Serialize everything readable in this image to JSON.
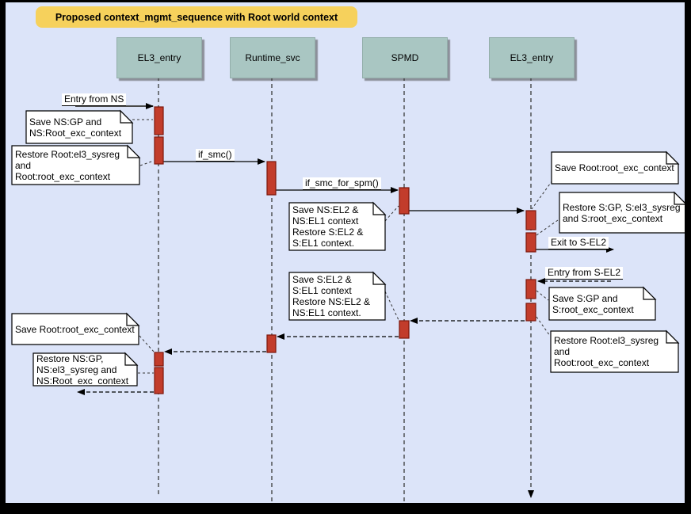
{
  "title": "Proposed context_mgmt_sequence with Root world context",
  "actors": [
    {
      "label": "EL3_entry"
    },
    {
      "label": "Runtime_svc"
    },
    {
      "label": "SPMD"
    },
    {
      "label": "EL3_entry"
    }
  ],
  "messages": {
    "entry_from_ns": "Entry from NS",
    "if_smc": "if_smc()",
    "if_smc_for_spm": "if_smc_for_spm()",
    "exit_to_sel2": "Exit to S-EL2",
    "entry_from_sel2": "Entry from S-EL2"
  },
  "notes": [
    {
      "text": "Save NS:GP and\nNS:Root_exc_context"
    },
    {
      "text": "Restore Root:el3_sysreg\nand\nRoot:root_exc_context"
    },
    {
      "text": "Save NS:EL2 &\nNS:EL1 context\nRestore S:EL2 &\nS:EL1 context."
    },
    {
      "text": "Save Root:root_exc_context"
    },
    {
      "text": "Restore S:GP, S:el3_sysreg\nand S:root_exc_context"
    },
    {
      "text": "Save S:GP and\nS:root_exc_context"
    },
    {
      "text": "Restore Root:el3_sysreg\nand\nRoot:root_exc_context"
    },
    {
      "text": "Save S:EL2 &\nS:EL1 context\nRestore NS:EL2 &\nNS:EL1 context."
    },
    {
      "text": "Save Root:root_exc_context"
    },
    {
      "text": "Restore NS:GP,\nNS:el3_sysreg and\nNS:Root_exc_context"
    }
  ],
  "colors": {
    "background": "#dce4f9",
    "frame": "#000000",
    "title_fill": "#f6d15c",
    "actor_fill": "#a9c6c2",
    "activation_fill": "#c23c2b",
    "activation_border": "#7d170c",
    "note_fill": "#ffffff",
    "line": "#000000",
    "entry_line": "#4a4a4a",
    "lifeline": "#3a3a3a"
  }
}
